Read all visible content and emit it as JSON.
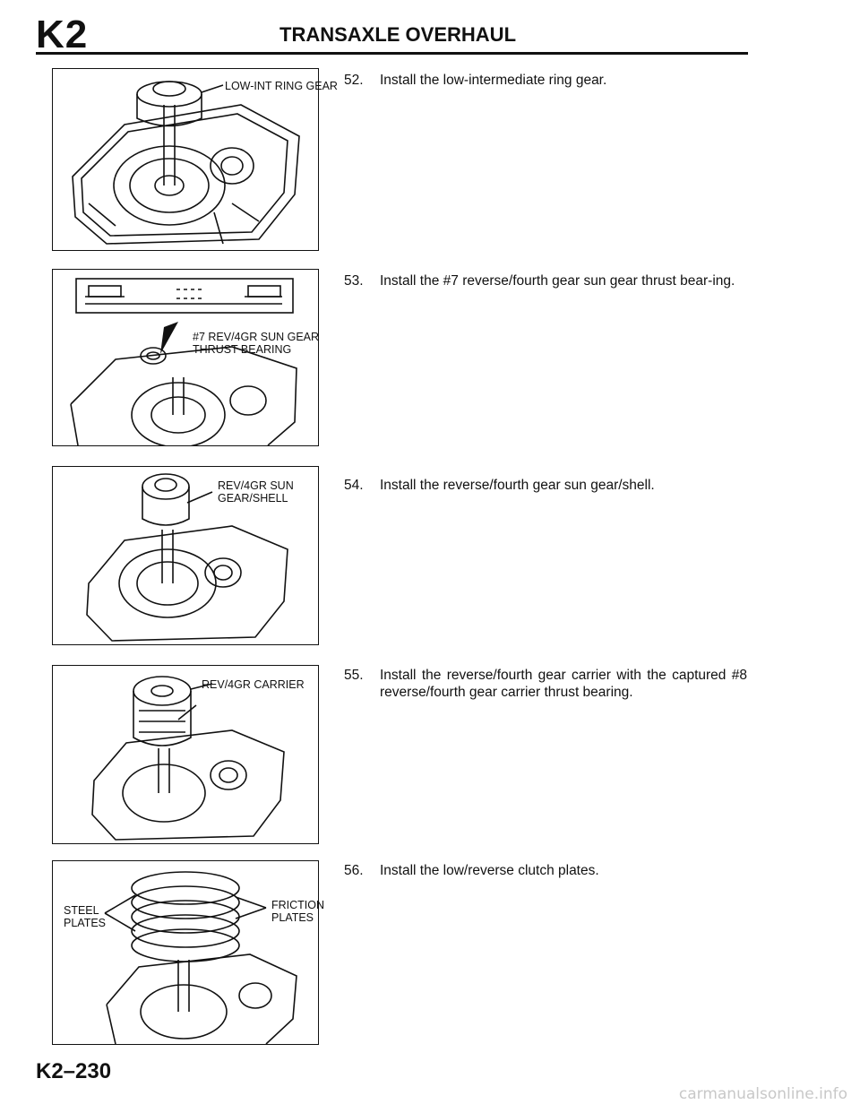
{
  "header": {
    "code": "K2",
    "title": "TRANSAXLE OVERHAUL"
  },
  "figures": [
    {
      "callouts": [
        "LOW-INT RING GEAR"
      ]
    },
    {
      "callouts": [
        "#7 REV/4GR SUN GEAR\nTHRUST BEARING"
      ]
    },
    {
      "callouts": [
        "REV/4GR SUN\nGEAR/SHELL"
      ]
    },
    {
      "callouts": [
        "REV/4GR CARRIER"
      ]
    },
    {
      "callouts": [
        "STEEL\nPLATES",
        "FRICTION\nPLATES"
      ]
    }
  ],
  "steps": [
    {
      "number": "52.",
      "text": "Install the low-intermediate ring gear."
    },
    {
      "number": "53.",
      "text": "Install the #7 reverse/fourth gear sun gear thrust bear-ing."
    },
    {
      "number": "54.",
      "text": "Install the reverse/fourth gear sun gear/shell."
    },
    {
      "number": "55.",
      "text": "Install the reverse/fourth gear carrier with the captured #8 reverse/fourth gear carrier thrust bearing."
    },
    {
      "number": "56.",
      "text": "Install the low/reverse clutch plates."
    }
  ],
  "footer": {
    "page_number": "K2–230",
    "watermark": "carmanualsonline.info"
  }
}
